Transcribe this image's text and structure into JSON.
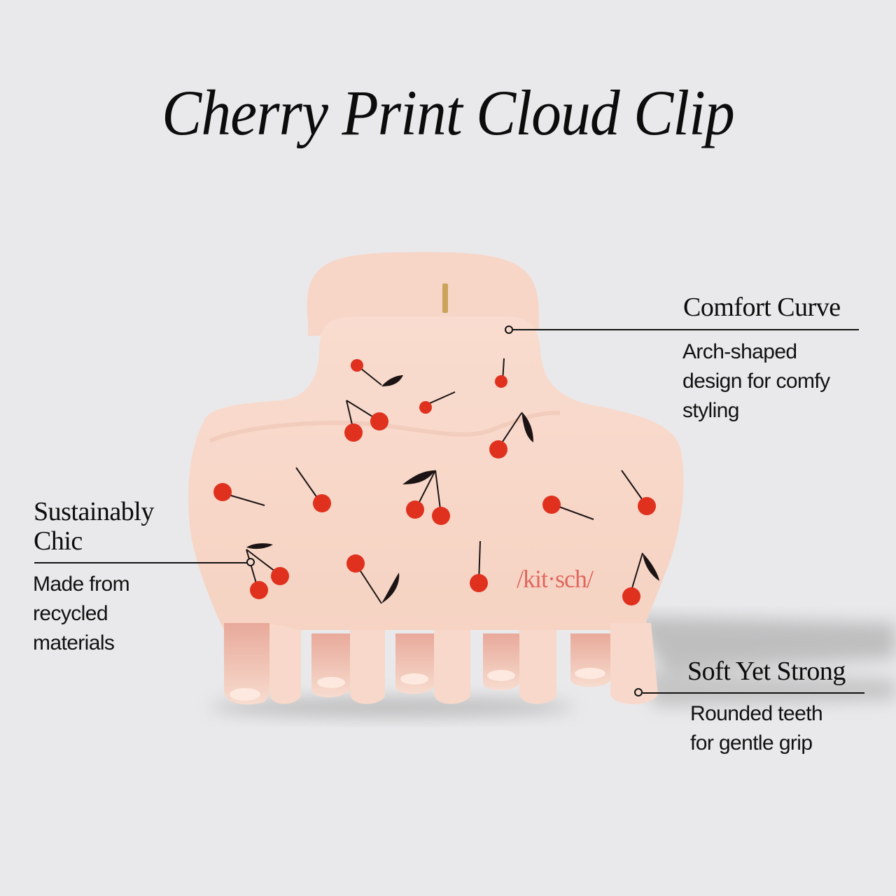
{
  "title": "Cherry Print Cloud Clip",
  "brand_mark": "/kit·sch/",
  "colors": {
    "background": "#e9e9eb",
    "clip_body": "#f8d9cb",
    "cherry": "#e0301e",
    "leaf": "#1c1414",
    "brand_text": "#e0675e",
    "text": "#111111"
  },
  "callouts": [
    {
      "heading": "Comfort Curve",
      "lines": [
        "Arch-shaped",
        "design for comfy",
        "styling"
      ]
    },
    {
      "heading_lines": [
        "Sustainably",
        "Chic"
      ],
      "lines": [
        "Made from",
        "recycled",
        "materials"
      ]
    },
    {
      "heading": "Soft Yet Strong",
      "lines": [
        "Rounded teeth",
        "for gentle grip"
      ]
    }
  ]
}
